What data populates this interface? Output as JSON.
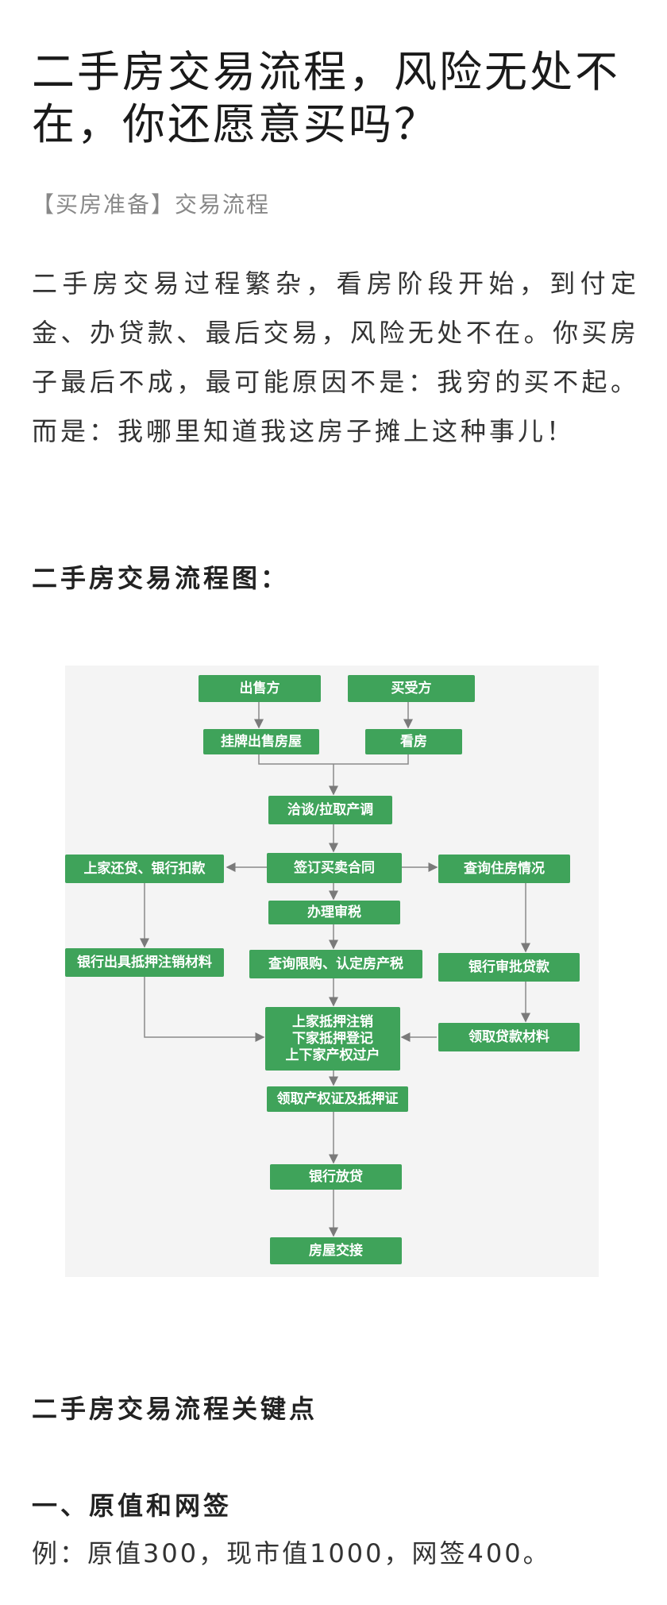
{
  "article": {
    "title": "二手房交易流程，风险无处不在，你还愿意买吗？",
    "category": "【买房准备】交易流程",
    "intro": "二手房交易过程繁杂，看房阶段开始，到付定金、办贷款、最后交易，风险无处不在。你买房子最后不成，最可能原因不是：我穷的买不起。而是：我哪里知道我这房子摊上这种事儿！",
    "flow_heading": "二手房交易流程图：",
    "key_heading": "二手房交易流程关键点",
    "section_one_heading": "一、原值和网签",
    "example": "例：原值300，现市值1000，网签400。"
  },
  "flowchart": {
    "node_color": "#3fa35a",
    "background_color": "#f4f4f4",
    "nodes": {
      "seller": "出售方",
      "buyer": "买受方",
      "listing": "挂牌出售房屋",
      "viewing": "看房",
      "negotiate": "洽谈/拉取产调",
      "sign": "签订买卖合同",
      "repay": "上家还贷、银行扣款",
      "check_housing": "查询住房情况",
      "tax_review": "办理审税",
      "bank_materials": "银行出具抵押注销材料",
      "purchase_limit": "查询限购、认定房产税",
      "loan_approval": "银行审批贷款",
      "transfer": "上家抵押注销\n下家抵押登记\n上下家产权过户",
      "loan_materials": "领取贷款材料",
      "certificate": "领取产权证及抵押证",
      "disburse": "银行放贷",
      "handover": "房屋交接"
    }
  }
}
